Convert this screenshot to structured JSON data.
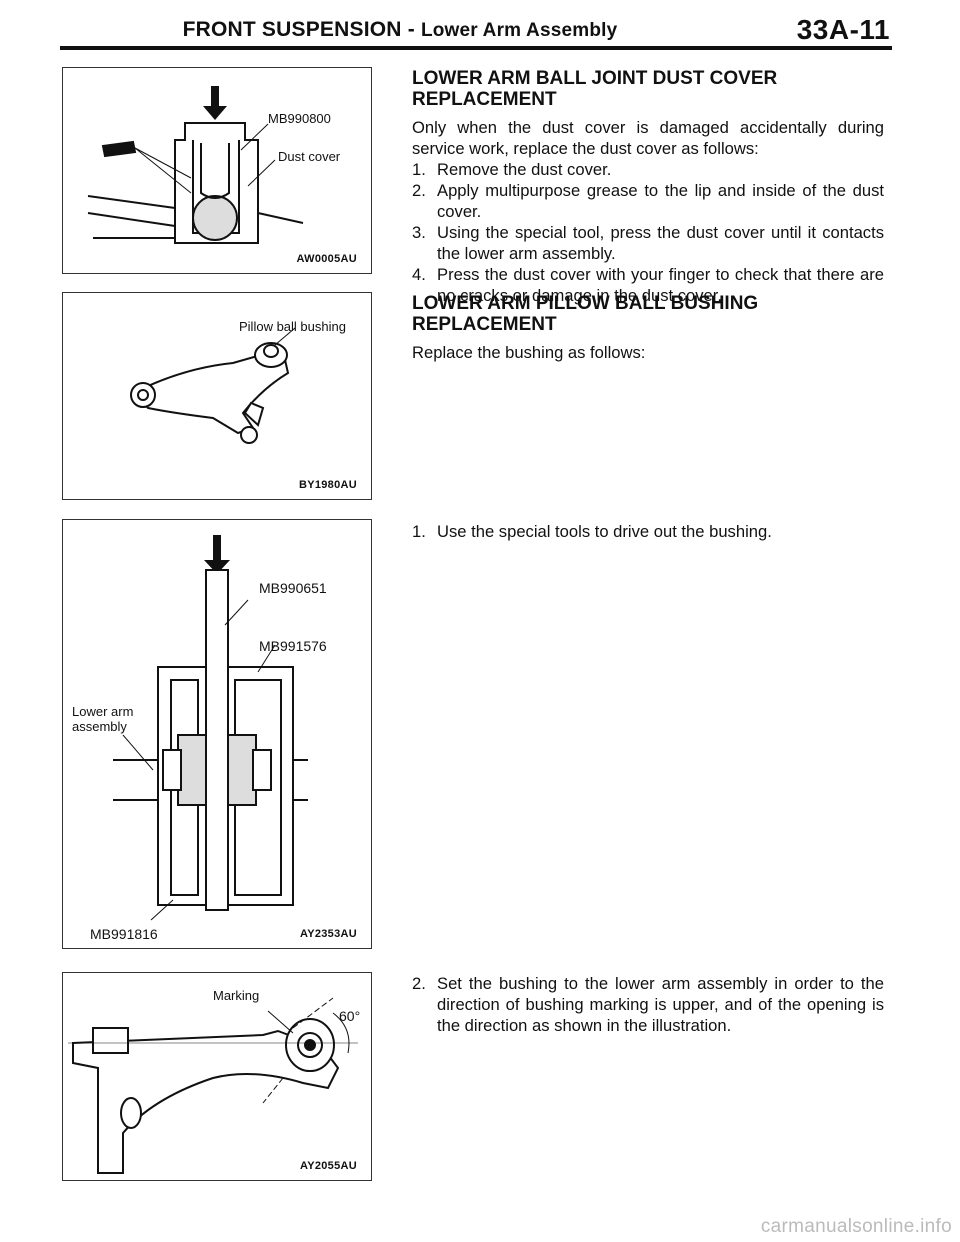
{
  "header": {
    "section_title": "FRONT SUSPENSION",
    "separator": "-",
    "subtitle": "Lower Arm Assembly",
    "page_number": "33A-11"
  },
  "section1": {
    "heading": "LOWER ARM BALL JOINT DUST COVER REPLACEMENT",
    "intro": "Only when the dust cover is damaged accidentally during service work, replace the dust cover as follows:",
    "steps": [
      {
        "num": "1.",
        "text": "Remove the dust cover."
      },
      {
        "num": "2.",
        "text": "Apply multipurpose grease to the lip and inside of the dust cover."
      },
      {
        "num": "3.",
        "text": "Using the special tool, press the dust cover until it contacts the lower arm assembly."
      },
      {
        "num": "4.",
        "text": "Press the dust cover with your finger to check that there are no cracks or damage in the dust cover."
      }
    ]
  },
  "section2": {
    "heading": "LOWER ARM PILLOW BALL BUSHING REPLACEMENT",
    "intro": "Replace the bushing as follows:"
  },
  "section3": {
    "step": {
      "num": "1.",
      "text": "Use the special tools to drive out the bushing."
    }
  },
  "section4": {
    "step": {
      "num": "2.",
      "text": "Set the bushing to the lower arm assembly in order to the direction of bushing marking is upper, and of the opening is the direction as shown in the illustration."
    }
  },
  "figures": {
    "fig1": {
      "label_tool": "MB990800",
      "label_cover": "Dust cover",
      "code": "AW0005AU"
    },
    "fig2": {
      "label_bushing": "Pillow ball bushing",
      "code": "BY1980AU"
    },
    "fig3": {
      "label_tool1": "MB990651",
      "label_tool2": "MB991576",
      "label_arm_line1": "Lower arm",
      "label_arm_line2": "assembly",
      "label_tool3": "MB991816",
      "code": "AY2353AU"
    },
    "fig4": {
      "label_marking": "Marking",
      "label_angle": "60°",
      "code": "AY2055AU"
    }
  },
  "watermark": "carmanualsonline.info"
}
